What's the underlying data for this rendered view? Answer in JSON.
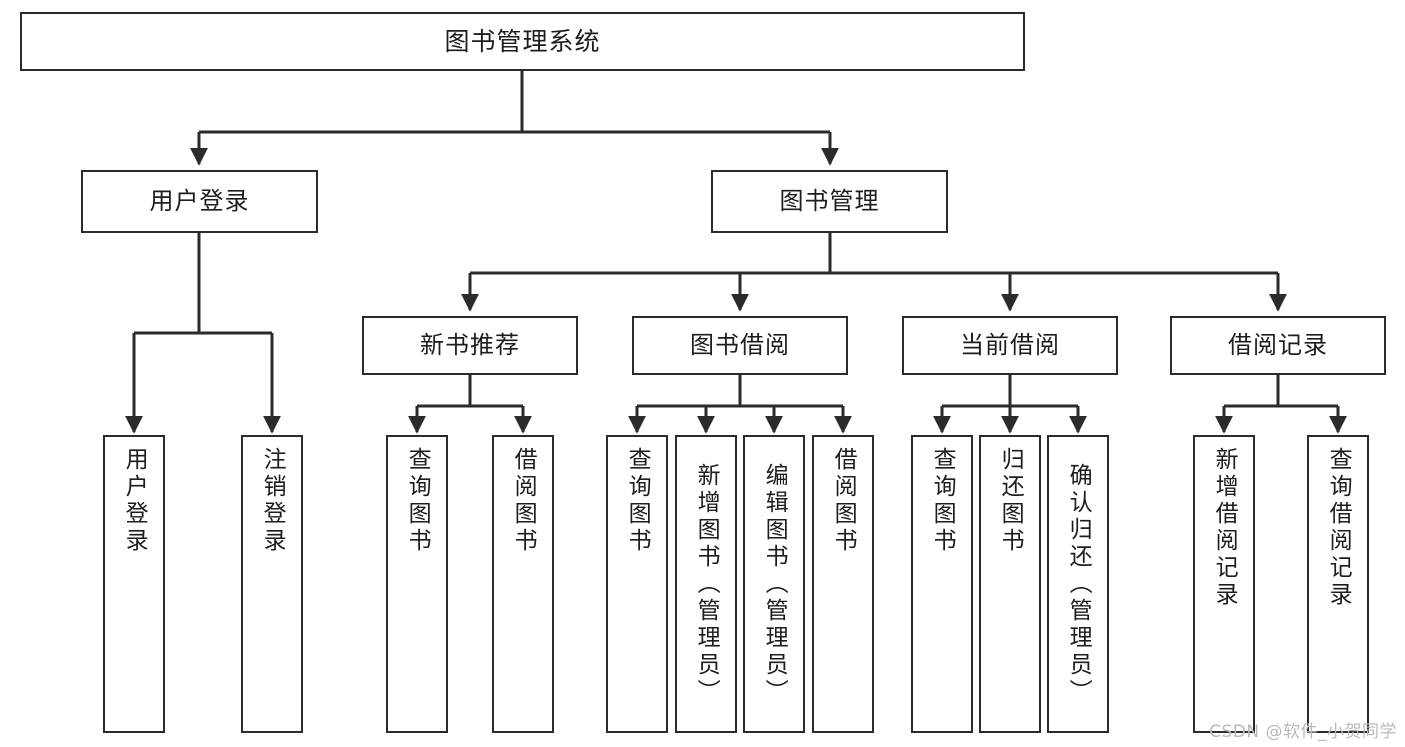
{
  "diagram": {
    "title": "图书管理系统",
    "type": "tree-hierarchy-diagram",
    "watermark": "CSDN @软件_小贺同学",
    "colors": {
      "background": "#ffffff",
      "box_border": "#2b2b2b",
      "box_fill": "#ffffff",
      "text": "#1d1d1d",
      "edge": "#2b2b2b",
      "watermark": "#b9b9b9"
    },
    "levels": {
      "root": {
        "label": "图书管理系统"
      },
      "level2": [
        {
          "id": "user-login",
          "label": "用户登录"
        },
        {
          "id": "book-manage",
          "label": "图书管理"
        }
      ],
      "level3": [
        {
          "id": "new-book-rec",
          "label": "新书推荐"
        },
        {
          "id": "book-borrow",
          "label": "图书借阅"
        },
        {
          "id": "current-borrow",
          "label": "当前借阅"
        },
        {
          "id": "borrow-record",
          "label": "借阅记录"
        }
      ],
      "leaves": [
        {
          "id": "leaf-user-login",
          "label": "用户登录",
          "parent": "user-login"
        },
        {
          "id": "leaf-logout",
          "label": "注销登录",
          "parent": "user-login"
        },
        {
          "id": "leaf-query-book-1",
          "label": "查询图书",
          "parent": "new-book-rec"
        },
        {
          "id": "leaf-borrow-book-1",
          "label": "借阅图书",
          "parent": "new-book-rec"
        },
        {
          "id": "leaf-query-book-2",
          "label": "查询图书",
          "parent": "book-borrow"
        },
        {
          "id": "leaf-add-book",
          "label": "新增图书（管理员）",
          "parent": "book-borrow"
        },
        {
          "id": "leaf-edit-book",
          "label": "编辑图书（管理员）",
          "parent": "book-borrow"
        },
        {
          "id": "leaf-borrow-book-2",
          "label": "借阅图书",
          "parent": "book-borrow"
        },
        {
          "id": "leaf-query-book-3",
          "label": "查询图书",
          "parent": "current-borrow"
        },
        {
          "id": "leaf-return-book",
          "label": "归还图书",
          "parent": "current-borrow"
        },
        {
          "id": "leaf-confirm-return",
          "label": "确认归还（管理员）",
          "parent": "current-borrow"
        },
        {
          "id": "leaf-add-record",
          "label": "新增借阅记录",
          "parent": "borrow-record"
        },
        {
          "id": "leaf-query-record",
          "label": "查询借阅记录",
          "parent": "borrow-record"
        }
      ]
    }
  }
}
